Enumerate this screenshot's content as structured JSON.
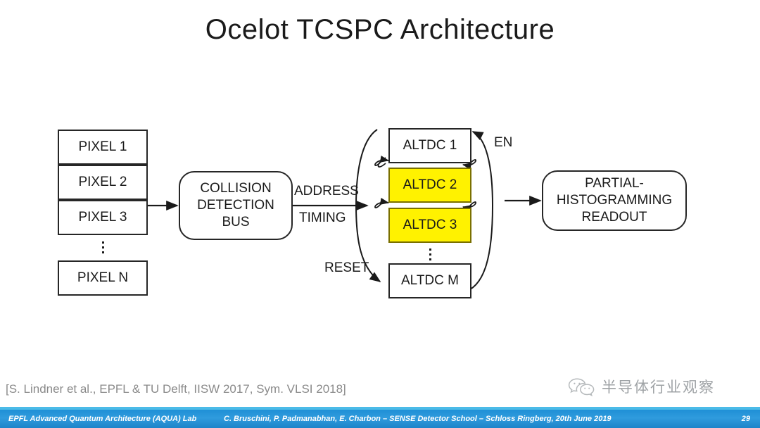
{
  "slide": {
    "title": "Ocelot TCSPC Architecture",
    "citation": "[S. Lindner et al., EPFL & TU Delft, IISW 2017, Sym. VLSI 2018]"
  },
  "pixel_array": {
    "items": [
      {
        "label": "PIXEL 1"
      },
      {
        "label": "PIXEL 2"
      },
      {
        "label": "PIXEL 3"
      },
      {
        "label": "PIXEL N"
      }
    ]
  },
  "collision_bus": {
    "line1": "COLLISION",
    "line2": "DETECTION",
    "line3": "BUS"
  },
  "bus_to_altdc": {
    "top_label": "ADDRESS",
    "bottom_label": "TIMING"
  },
  "altdc_array": {
    "items": [
      {
        "label": "ALTDC 1",
        "highlight": "none"
      },
      {
        "label": "ALTDC 2",
        "highlight": "yellow"
      },
      {
        "label": "ALTDC 3",
        "highlight": "yellow"
      },
      {
        "label": "ALTDC M",
        "highlight": "none"
      }
    ],
    "enable_label": "EN",
    "reset_label": "RESET",
    "highlight_color": "#FFF200"
  },
  "readout": {
    "line1": "PARTIAL-",
    "line2": "HISTOGRAMMING",
    "line3": "READOUT"
  },
  "brand": {
    "name": "半导体行业观察"
  },
  "footer": {
    "left": "EPFL Advanced Quantum Architecture (AQUA) Lab",
    "center": "C. Bruschini, P. Padmanabhan, E. Charbon – SENSE Detector School – Schloss Ringberg, 20th June 2019",
    "page": "29",
    "bar_color": "#2f9bdd",
    "rule_color": "#4bbbe8"
  }
}
